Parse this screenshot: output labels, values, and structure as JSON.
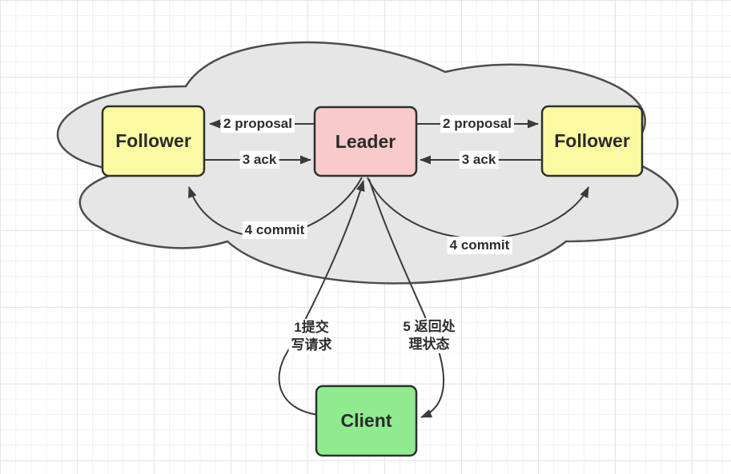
{
  "diagram": {
    "title": "zab-protocol-flow",
    "colors": {
      "background": "#ffffff",
      "grid_line_minor": "#f1f1f1",
      "grid_line_major": "#e5e5e5",
      "cloud_fill": "#e6e6e6",
      "cloud_stroke": "#4d4d4d",
      "follower_fill": "#fbf9a2",
      "leader_fill": "#f8caca",
      "client_fill": "#90eb90",
      "node_stroke": "#2f2f2f",
      "edge_color": "#3a3a3a",
      "text_color": "#2b2b2b"
    },
    "nodes": {
      "follower_left": {
        "label": "Follower"
      },
      "leader": {
        "label": "Leader"
      },
      "follower_right": {
        "label": "Follower"
      },
      "client": {
        "label": "Client"
      }
    },
    "edges": {
      "proposal_left": {
        "label": "2 proposal"
      },
      "ack_left": {
        "label": "3 ack"
      },
      "proposal_right": {
        "label": "2 proposal"
      },
      "ack_right": {
        "label": "3 ack"
      },
      "commit_left": {
        "label": "4 commit"
      },
      "commit_right": {
        "label": "4 commit"
      },
      "submit_write": {
        "label": "1提交\n写请求"
      },
      "return_status": {
        "label": "5 返回处\n理状态"
      }
    }
  }
}
